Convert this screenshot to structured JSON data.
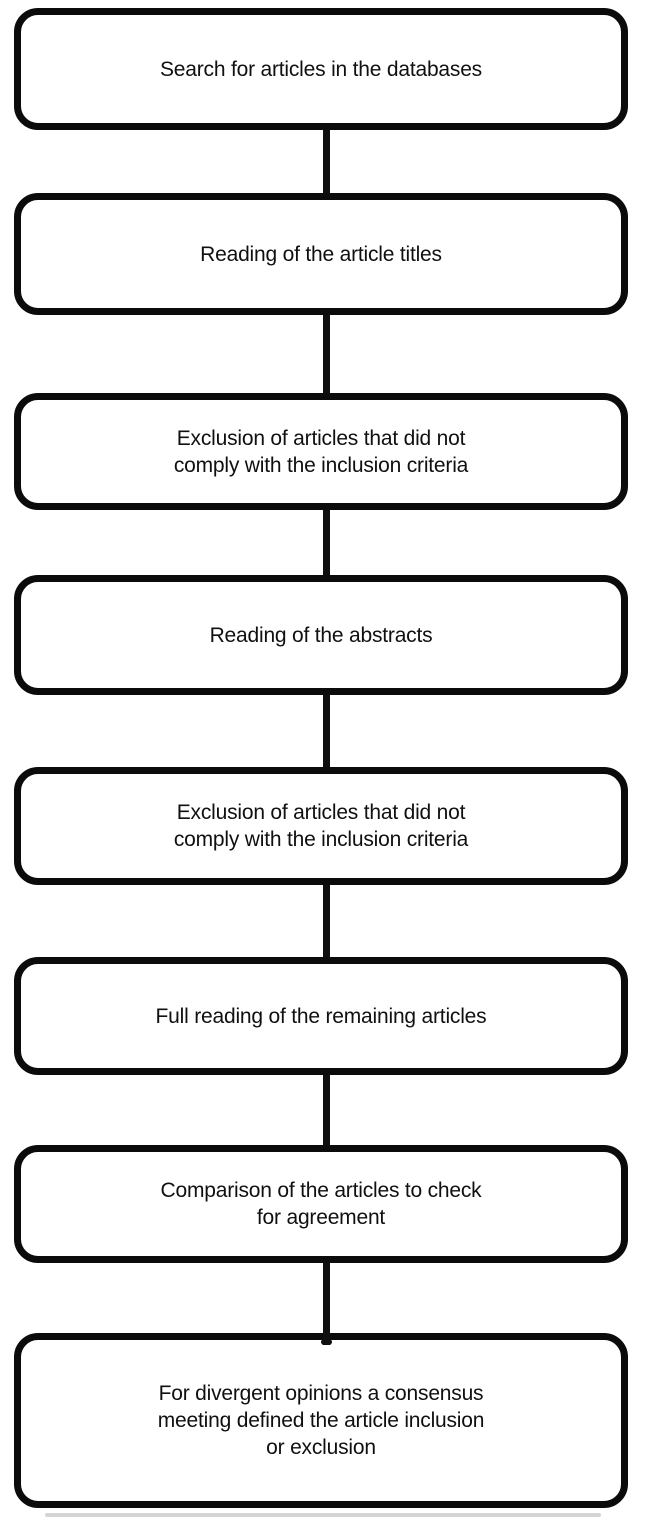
{
  "flowchart": {
    "steps": [
      {
        "label": "Search for articles in the databases"
      },
      {
        "label": "Reading of the article titles"
      },
      {
        "label": "Exclusion of articles that did not\ncomply with the inclusion criteria"
      },
      {
        "label": "Reading of the abstracts"
      },
      {
        "label": "Exclusion of articles that did not\ncomply with the inclusion criteria"
      },
      {
        "label": "Full reading of the remaining articles"
      },
      {
        "label": "Comparison of the articles to check\nfor agreement"
      },
      {
        "label": "For divergent opinions a consensus\nmeeting defined the article inclusion\nor exclusion"
      }
    ],
    "colors": {
      "box_border": "#0b0b0b",
      "box_fill": "#ffffff",
      "text": "#101010",
      "connector": "#0f0f0f",
      "background": "#ffffff"
    }
  }
}
